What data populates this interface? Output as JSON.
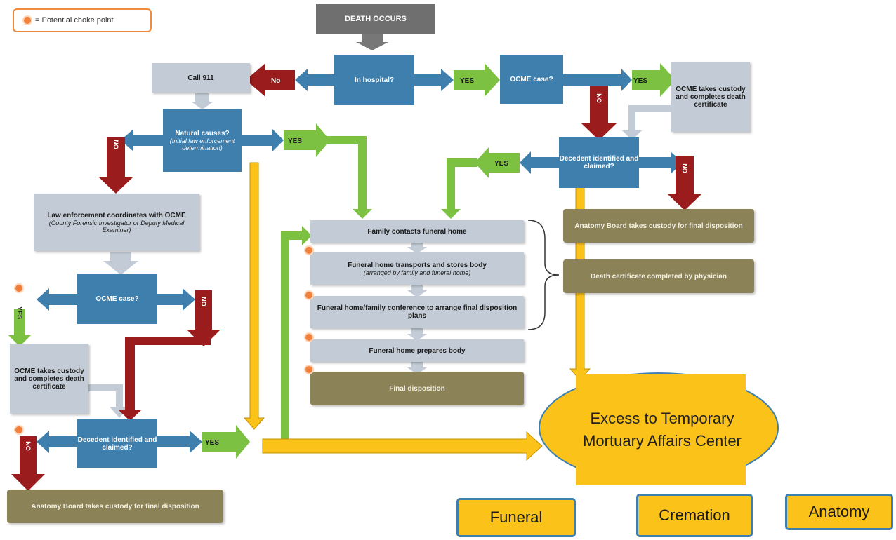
{
  "legend": {
    "text": "= Potential choke point",
    "icon": "choke-point-icon"
  },
  "boxes": {
    "death_occurs": "DEATH OCCURS",
    "in_hospital": "In hospital?",
    "ocme_case_top": "OCME case?",
    "ocme_takes_custody_right": "OCME takes custody and completes death certificate",
    "call_911": "Call 911",
    "natural_causes": "Natural causes?",
    "natural_causes_sub": "(Initial law enforcement determination)",
    "decedent_identified_right": "Decedent identified and claimed?",
    "law_enforcement": "Law enforcement coordinates with OCME",
    "law_enforcement_sub": "(County Forensic Investigator or Deputy Medical Examiner)",
    "ocme_case_left": "OCME case?",
    "ocme_takes_custody_left": "OCME takes custody and completes death certificate",
    "decedent_identified_left": "Decedent identified and claimed?",
    "anatomy_board_left": "Anatomy Board takes custody for final disposition",
    "family_contacts": "Family contacts funeral home",
    "funeral_transports": "Funeral home transports and stores body",
    "funeral_transports_sub": "(arranged by family and funeral home)",
    "funeral_conference": "Funeral home/family conference to arrange final disposition plans",
    "funeral_prepares": "Funeral home prepares body",
    "final_disposition": "Final disposition",
    "anatomy_board_right": "Anatomy Board takes custody for final disposition",
    "death_cert_physician": "Death certificate completed by physician",
    "mortuary_center": "Excess to Temporary Mortuary Affairs Center",
    "funeral": "Funeral",
    "cremation": "Cremation",
    "anatomy": "Anatomy"
  },
  "arrow_labels": {
    "yes": "YES",
    "no": "No",
    "no_caps": "NO"
  },
  "colors": {
    "blue": "#3f7fad",
    "gray": "#c3ccd6",
    "olive": "#8c8257",
    "red": "#9b1c1c",
    "green": "#7cc142",
    "yellow": "#fbc21a",
    "orange": "#f07f3c"
  }
}
